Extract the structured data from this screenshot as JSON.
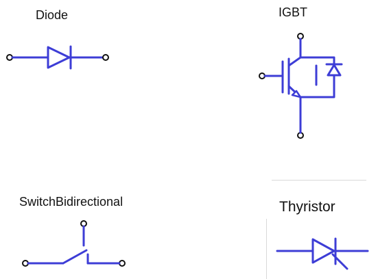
{
  "components": {
    "diode": {
      "label": "Diode"
    },
    "igbt": {
      "label": "IGBT"
    },
    "switch_bidirectional": {
      "label": "SwitchBidirectional"
    },
    "thyristor": {
      "label": "Thyristor"
    }
  },
  "colors": {
    "symbol_stroke": "#3d3dd6",
    "terminal_stroke": "#111111",
    "text": "#111111",
    "frame": "#d9d9d9"
  }
}
